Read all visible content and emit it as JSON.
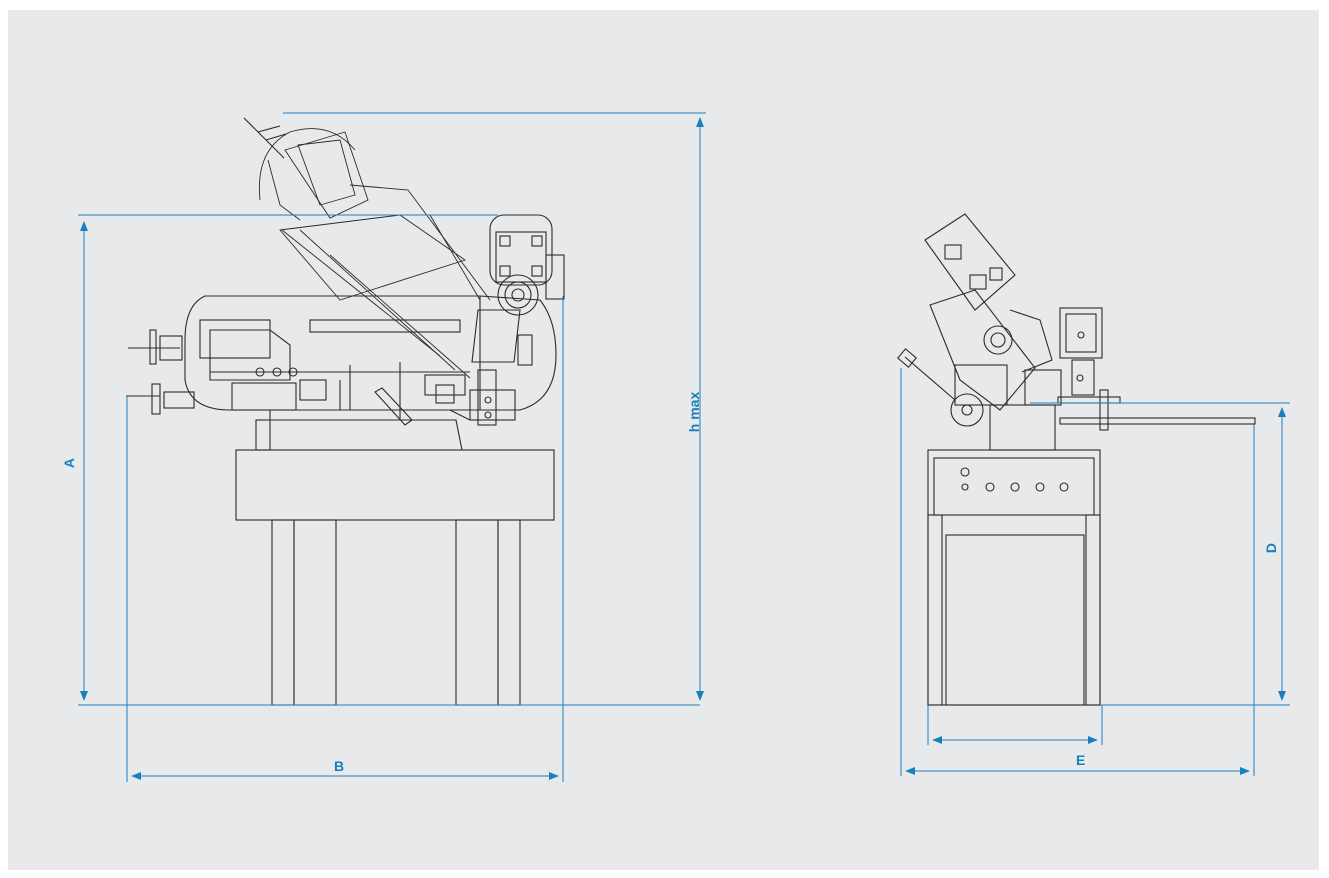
{
  "dimensions": {
    "A": "A",
    "B": "B",
    "h_max": "h max",
    "D": "D",
    "E": "E"
  },
  "colors": {
    "background": "#e8e9eb",
    "dimension_line": "#1a7fc1",
    "drawing_line": "#2b2b2b"
  }
}
